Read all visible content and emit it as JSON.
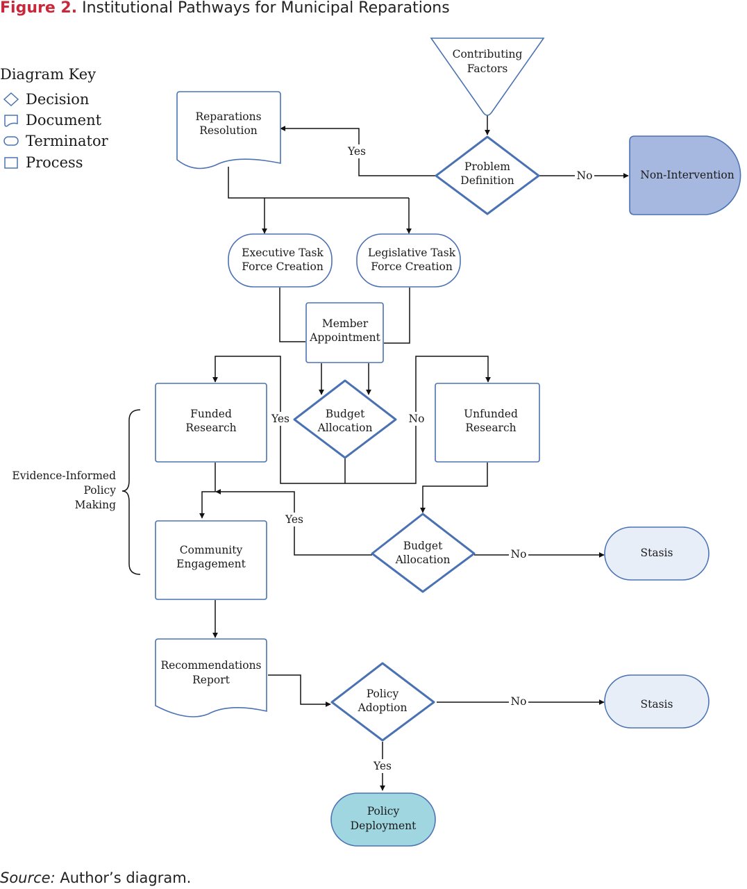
{
  "title": {
    "figure_number": "Figure 2.",
    "text": "Institutional Pathways for Municipal Reparations"
  },
  "source": {
    "label": "Source:",
    "text": "Author’s diagram."
  },
  "key": {
    "title": "Diagram Key",
    "items": [
      {
        "shape": "diamond",
        "label": "Decision"
      },
      {
        "shape": "document",
        "label": "Document"
      },
      {
        "shape": "terminator",
        "label": "Terminator"
      },
      {
        "shape": "process",
        "label": "Process"
      }
    ]
  },
  "side_label": [
    "Evidence-Informed",
    "Policy",
    "Making"
  ],
  "colors": {
    "outline": "#4a72b2",
    "non_intervention_fill": "#a7b8e0",
    "stasis_fill": "#e8eef8",
    "deployment_fill": "#9fd6e0"
  },
  "nodes": {
    "contributing_factors": [
      "Contributing",
      "Factors"
    ],
    "problem_definition": [
      "Problem",
      "Definition"
    ],
    "reparations_resolution": [
      "Reparations",
      "Resolution"
    ],
    "non_intervention": [
      "Non-Intervention"
    ],
    "executive_task_force": [
      "Executive Task",
      "Force Creation"
    ],
    "legislative_task_force": [
      "Legislative Task",
      "Force Creation"
    ],
    "member_appointment": [
      "Member",
      "Appointment"
    ],
    "funded_research": [
      "Funded",
      "Research"
    ],
    "budget_allocation_1": [
      "Budget",
      "Allocation"
    ],
    "unfunded_research": [
      "Unfunded",
      "Research"
    ],
    "community_engagement": [
      "Community",
      "Engagement"
    ],
    "budget_allocation_2": [
      "Budget",
      "Allocation"
    ],
    "stasis_1": [
      "Stasis"
    ],
    "recommendations_report": [
      "Recommendations",
      "Report"
    ],
    "policy_adoption": [
      "Policy",
      "Adoption"
    ],
    "stasis_2": [
      "Stasis"
    ],
    "policy_deployment": [
      "Policy",
      "Deployment"
    ]
  },
  "edge_labels": {
    "problem_yes": "Yes",
    "problem_no": "No",
    "budget1_yes": "Yes",
    "budget1_no": "No",
    "budget2_yes": "Yes",
    "budget2_no": "No",
    "adoption_no": "No",
    "adoption_yes": "Yes"
  }
}
